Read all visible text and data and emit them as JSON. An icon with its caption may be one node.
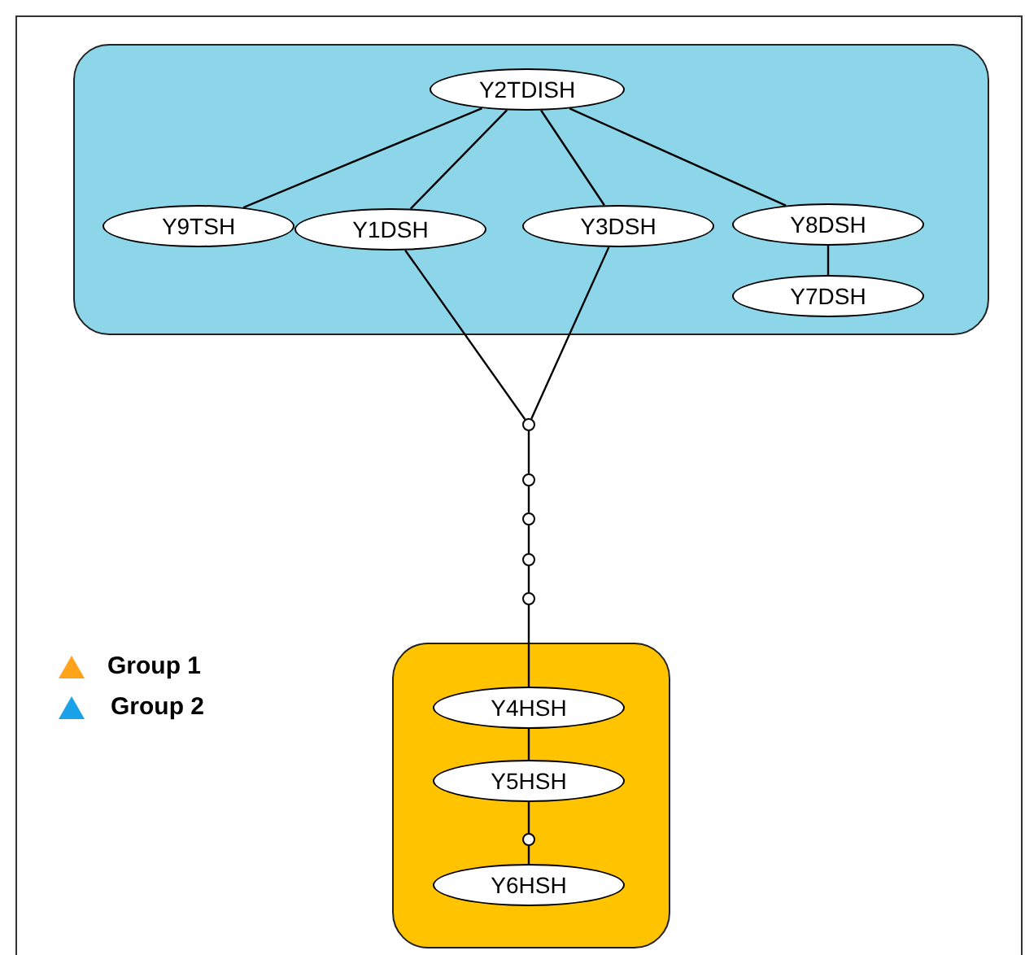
{
  "diagram": {
    "nodes": [
      {
        "text": [],
        "shape": "box"
      },
      {
        "text": [
          "Y2TDISH"
        ],
        "in": 0
      },
      {
        "text": [
          "Y9TSH"
        ],
        "in": 0
      },
      {
        "text": [
          "Y1DSH"
        ],
        "in": 0
      },
      {
        "text": [
          "Y3DSH"
        ],
        "in": 0
      },
      {
        "text": [
          "Y8DSH"
        ],
        "in": 0
      },
      {
        "text": [
          "Y7DSH"
        ],
        "in": 0
      },
      {
        "text": [],
        "shape": "box"
      },
      {
        "text": [
          "Y4HSH"
        ],
        "in": 7
      },
      {
        "text": [
          "Y5HSH"
        ],
        "in": 7
      },
      {
        "text": [
          "Y6HSH"
        ],
        "in": 7
      },
      {
        "text": [],
        "shape": "circle"
      },
      {
        "text": [],
        "shape": "circle"
      },
      {
        "text": [],
        "shape": "circle"
      },
      {
        "text": [],
        "shape": "circle"
      },
      {
        "text": [],
        "shape": "circle"
      },
      {
        "text": [],
        "shape": "circle",
        "in": 7
      }
    ],
    "edges": [
      {
        "from": 1,
        "to": 2,
        "arrow": "none"
      },
      {
        "from": 1,
        "to": 3,
        "arrow": "none"
      },
      {
        "from": 1,
        "to": 4,
        "arrow": "none"
      },
      {
        "from": 1,
        "to": 5,
        "arrow": "none"
      },
      {
        "from": 5,
        "to": 6,
        "arrow": "none"
      },
      {
        "from": 3,
        "to": 11,
        "arrow": "none"
      },
      {
        "from": 4,
        "to": 11,
        "arrow": "none"
      },
      {
        "from": 11,
        "to": 12,
        "arrow": "none"
      },
      {
        "from": 12,
        "to": 13,
        "arrow": "none"
      },
      {
        "from": 13,
        "to": 14,
        "arrow": "none"
      },
      {
        "from": 14,
        "to": 15,
        "arrow": "none"
      },
      {
        "from": 15,
        "to": 8,
        "arrow": "none"
      },
      {
        "from": 8,
        "to": 9,
        "arrow": "none"
      },
      {
        "from": 9,
        "to": 16,
        "arrow": "none"
      },
      {
        "from": 16,
        "to": 10,
        "arrow": "none"
      }
    ],
    "legend": [
      {
        "text": "Group 1",
        "color": "#ffa31a"
      },
      {
        "text": "Group 2",
        "color": "#1aa3e8"
      }
    ]
  }
}
